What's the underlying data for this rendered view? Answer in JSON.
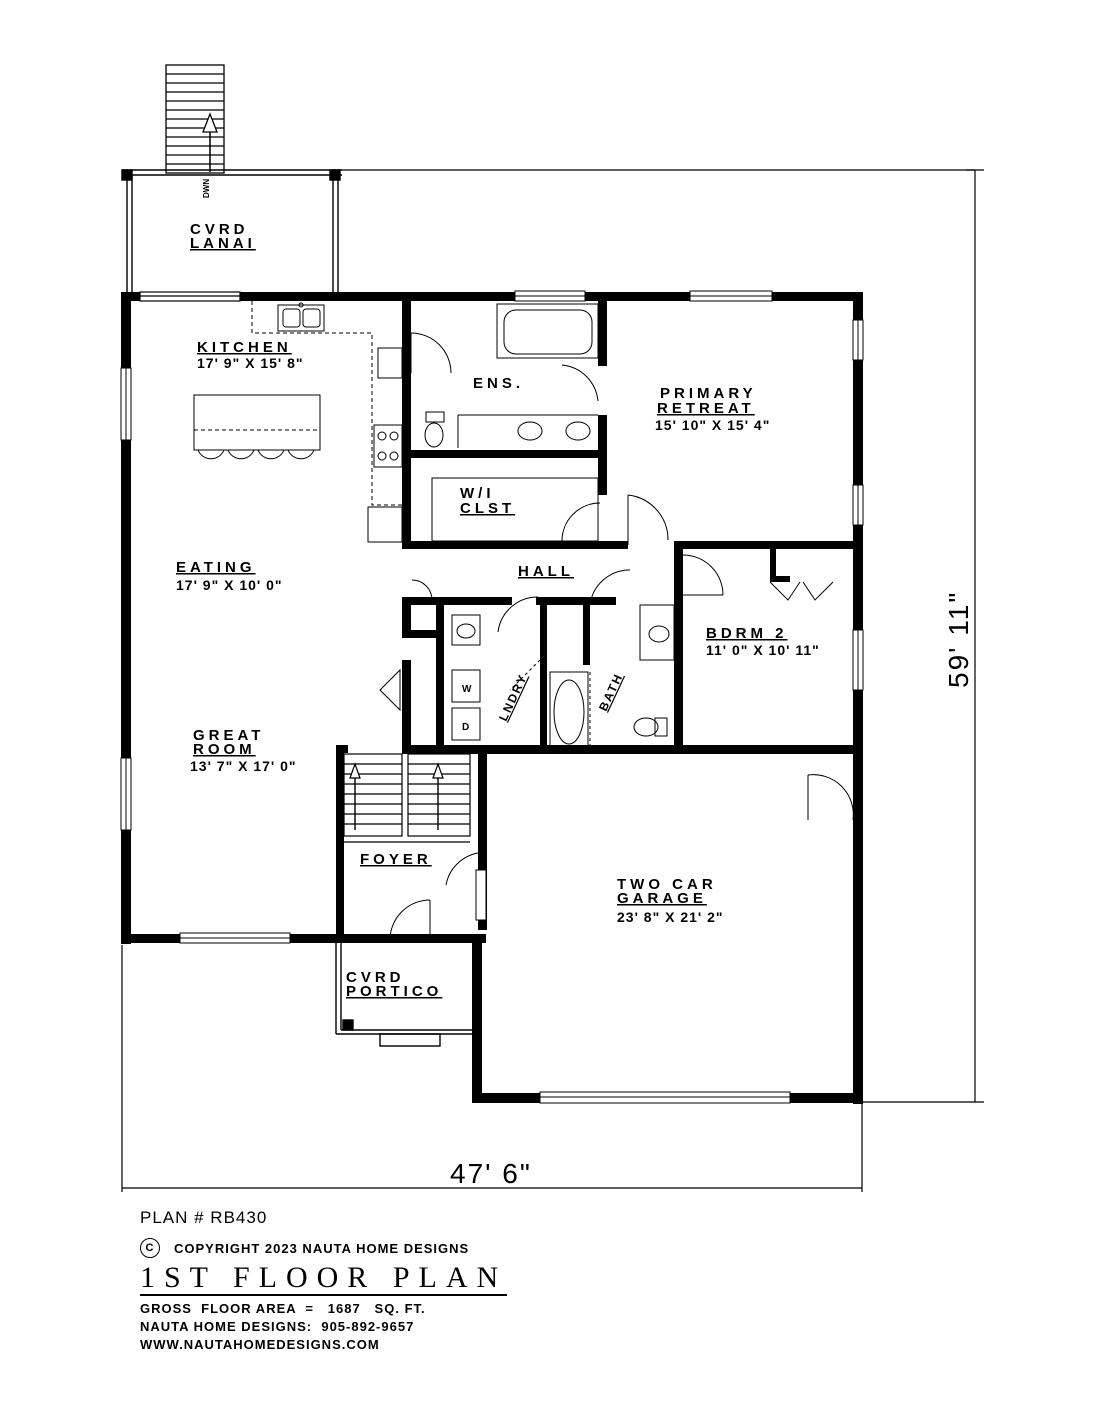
{
  "rooms": {
    "lanai": {
      "line1": "CVRD",
      "line2": "LANAI"
    },
    "kitchen": {
      "name": "KITCHEN",
      "dims": "17' 9\" X 15' 8\""
    },
    "ensuite": {
      "name": "ENS."
    },
    "primary": {
      "line1": "PRIMARY",
      "line2": "RETREAT",
      "dims": "15' 10\" X 15' 4\""
    },
    "wic": {
      "line1": "W/I",
      "line2": "CLST"
    },
    "eating": {
      "name": "EATING",
      "dims": "17' 9\" X 10' 0\""
    },
    "hall": {
      "name": "HALL"
    },
    "bdrm2": {
      "name": "BDRM 2",
      "dims": "11' 0\" X 10' 11\""
    },
    "laundry": {
      "name": "LNDRY"
    },
    "bath": {
      "name": "BATH"
    },
    "great_room": {
      "line1": "GREAT",
      "line2": "ROOM",
      "dims": "13' 7\" X 17' 0\""
    },
    "foyer": {
      "name": "FOYER"
    },
    "garage": {
      "line1": "TWO CAR",
      "line2": "GARAGE",
      "dims": "23' 8\" X 21' 2\""
    },
    "portico": {
      "line1": "CVRD",
      "line2": "PORTICO"
    }
  },
  "labels": {
    "stair_down": "DWN",
    "washer": "W",
    "dryer": "D"
  },
  "dimensions": {
    "width": "47' 6\"",
    "depth": "59' 11\""
  },
  "title_block": {
    "plan_number": "PLAN # RB430",
    "copyright_symbol": "C",
    "copyright": "COPYRIGHT 2023 NAUTA HOME DESIGNS",
    "floor_title": "1ST FLOOR PLAN",
    "gross_area": "GROSS  FLOOR AREA  =   1687   SQ. FT.",
    "phone": "NAUTA HOME DESIGNS:  905-892-9657",
    "website": "WWW.NAUTAHOMEDESIGNS.COM"
  },
  "colors": {
    "ink": "#000000",
    "paper": "#ffffff"
  }
}
